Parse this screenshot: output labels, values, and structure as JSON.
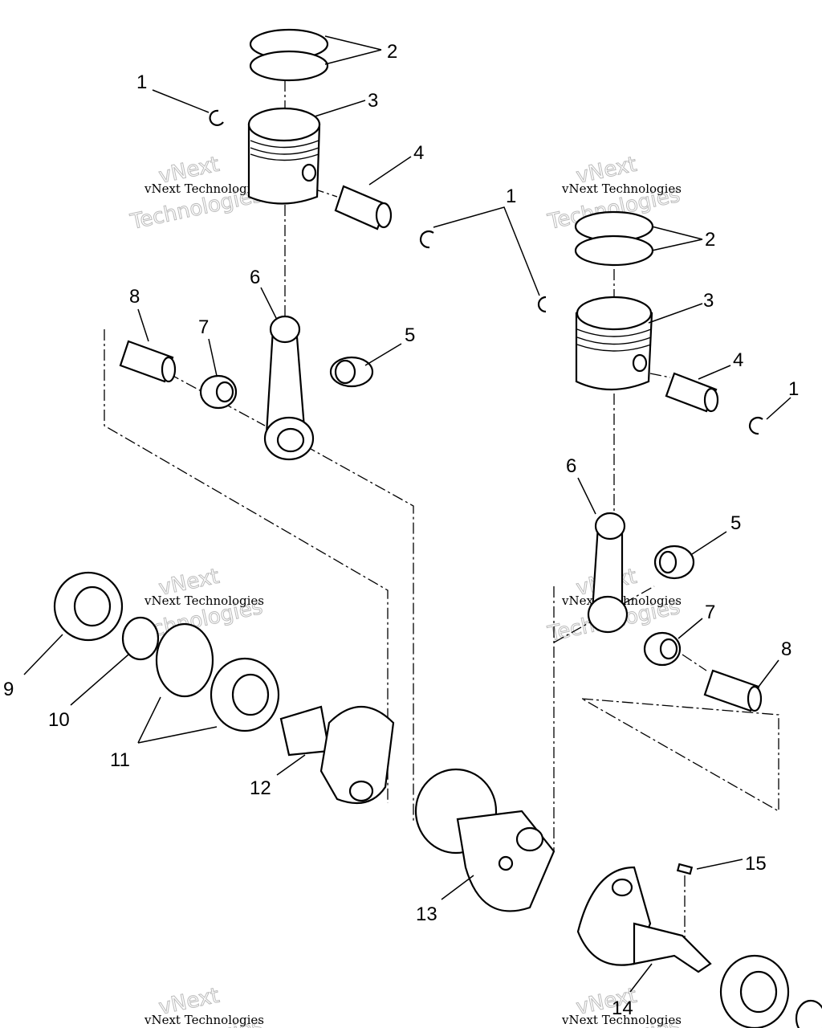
{
  "diagram": {
    "title": "Piston and Crankshaft exploded view",
    "callouts": [
      "1",
      "2",
      "3",
      "4",
      "1",
      "6",
      "8",
      "7",
      "5",
      "9",
      "10",
      "11",
      "12",
      "13",
      "2",
      "3",
      "4",
      "1",
      "6",
      "5",
      "7",
      "8",
      "15",
      "14"
    ],
    "watermark_line1": "vNext Technologies",
    "watermark_line2": "vNext",
    "watermark_line3": "Technologies"
  }
}
